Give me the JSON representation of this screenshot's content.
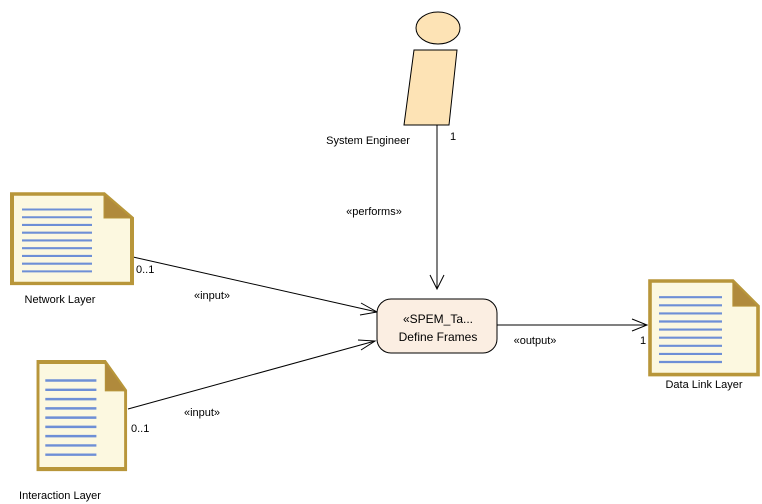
{
  "colors": {
    "doc_fill": "#fcf8e0",
    "doc_border": "#b8963a",
    "doc_corner": "#b08a3c",
    "doc_lines": "#6e8fd6",
    "actor_fill": "#fde3b5",
    "task_fill": "#fbeee2",
    "line": "#000000"
  },
  "actor": {
    "icon": "role-definition-icon",
    "label": "System Engineer",
    "multiplicity": "1"
  },
  "task": {
    "icon": "task-definition",
    "stereotype": "«SPEM_Ta...",
    "name": "Define Frames"
  },
  "documents": [
    {
      "id": "network",
      "icon": "work-product-document-icon",
      "label": "Network Layer",
      "multiplicity": "0..1"
    },
    {
      "id": "interaction",
      "icon": "work-product-document-icon",
      "label": "Interaction Layer",
      "multiplicity": "0..1"
    },
    {
      "id": "datalink",
      "icon": "work-product-document-icon",
      "label": "Data Link Layer",
      "multiplicity": "1"
    }
  ],
  "connections": [
    {
      "from": "actor",
      "to": "task",
      "stereotype": "«performs»"
    },
    {
      "from": "network",
      "to": "task",
      "stereotype": "«input»"
    },
    {
      "from": "interaction",
      "to": "task",
      "stereotype": "«input»"
    },
    {
      "from": "task",
      "to": "datalink",
      "stereotype": "«output»"
    }
  ]
}
